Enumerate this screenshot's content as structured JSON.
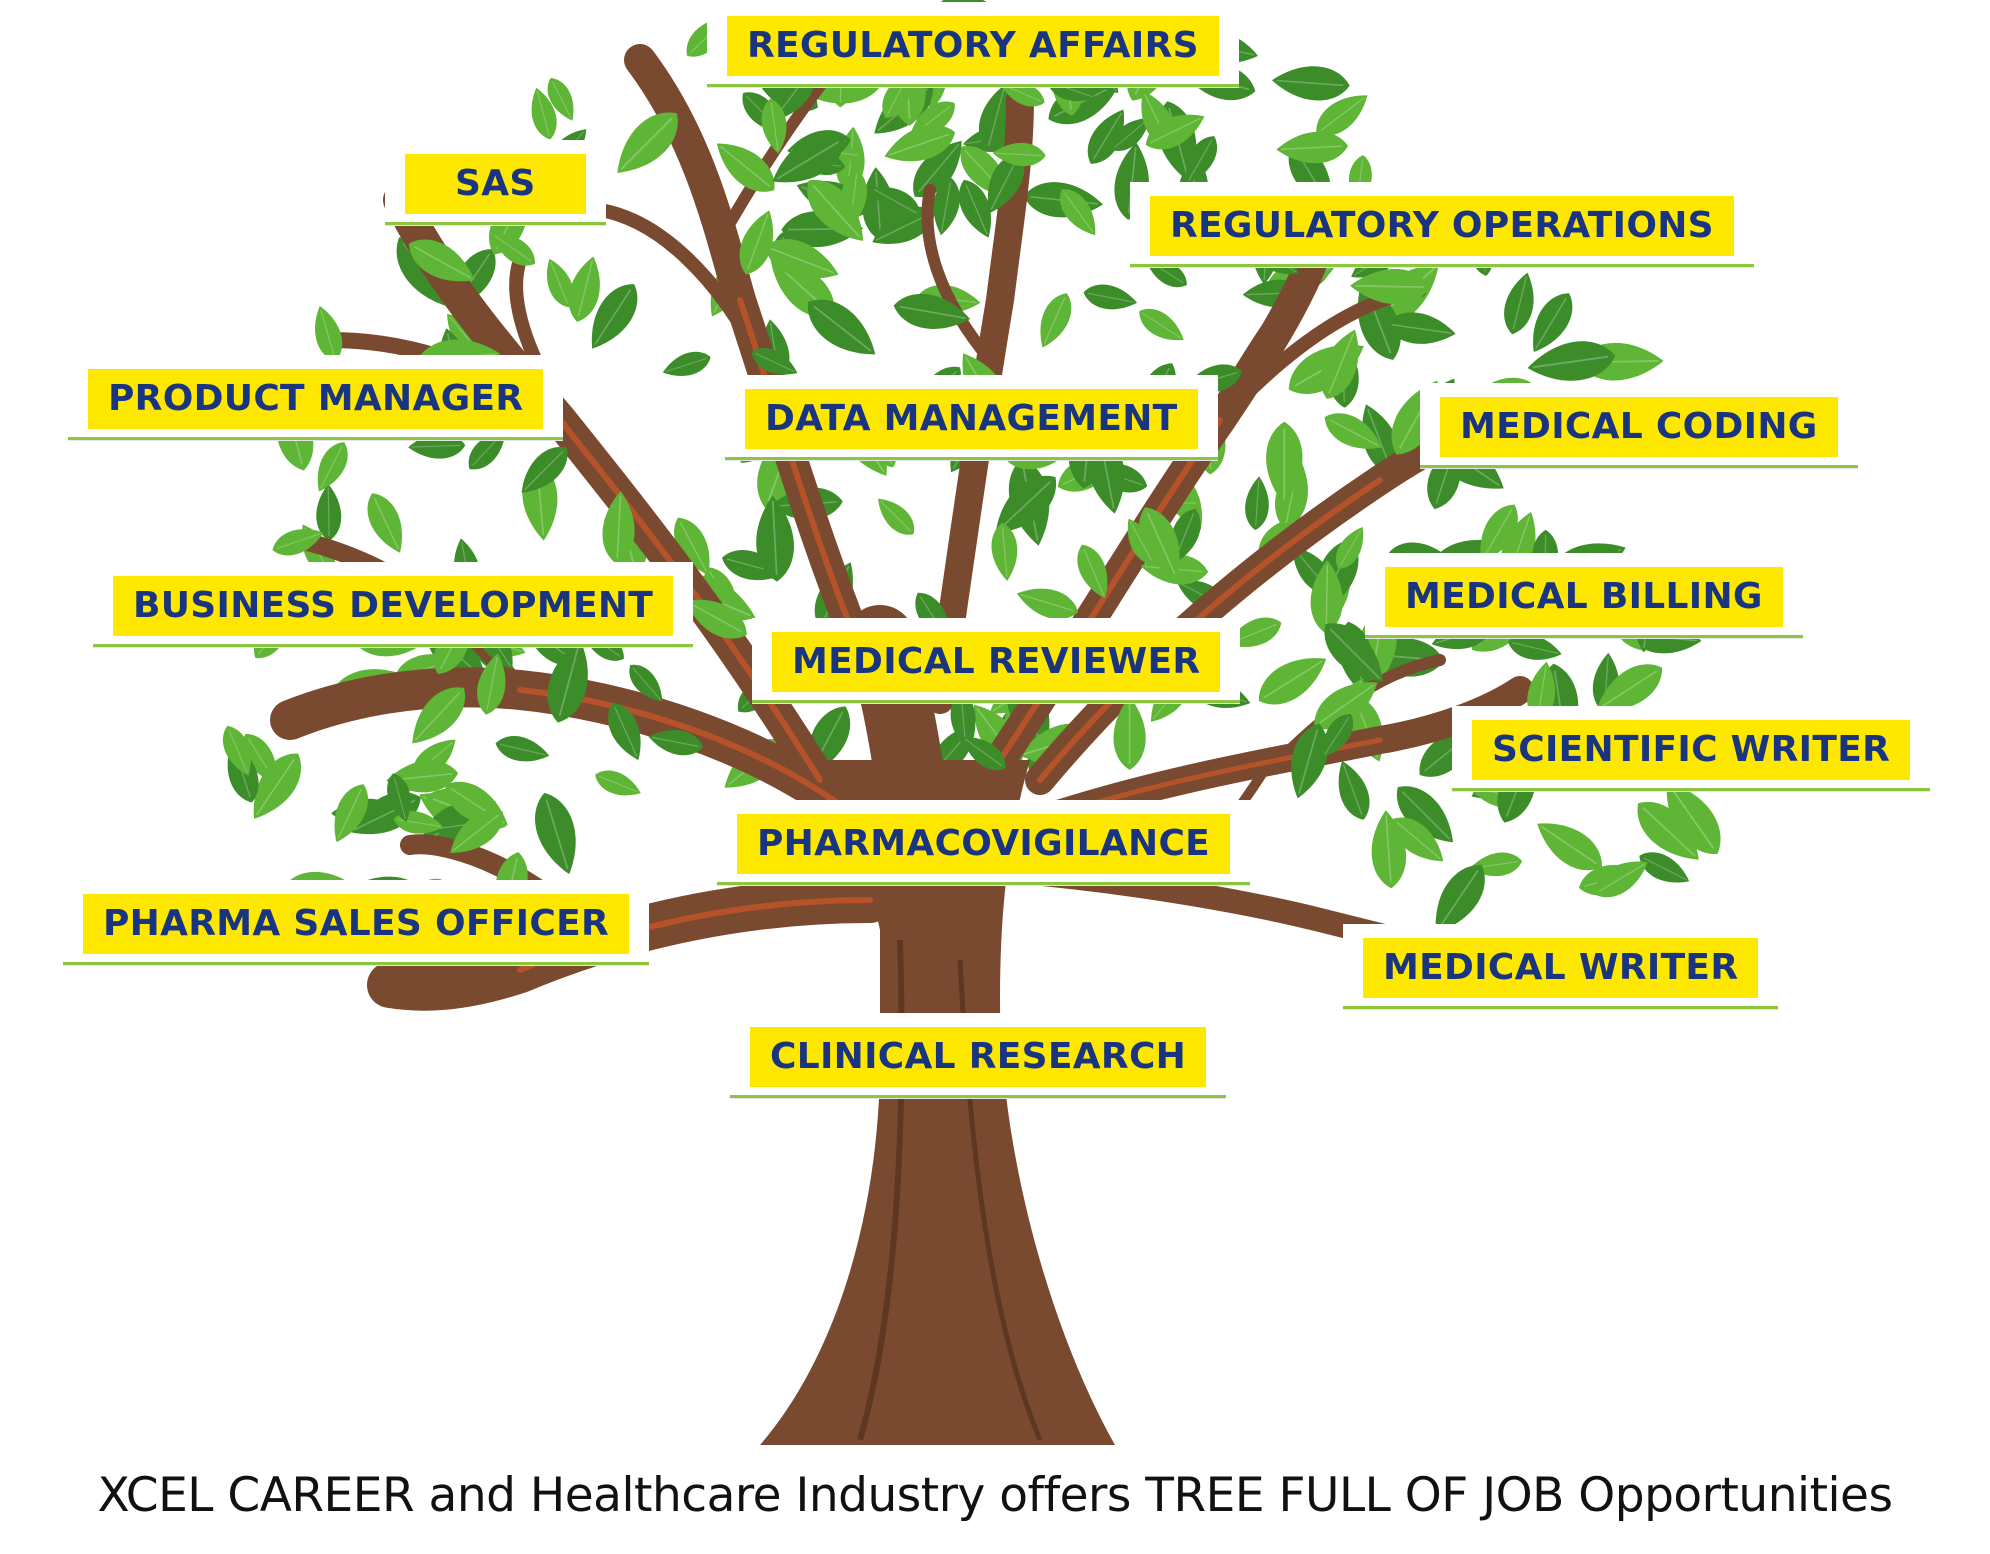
{
  "labels": {
    "regulatory_affairs": "REGULATORY AFFAIRS",
    "sas": "SAS",
    "regulatory_operations": "REGULATORY OPERATIONS",
    "product_manager": "PRODUCT MANAGER",
    "data_management": "DATA MANAGEMENT",
    "medical_coding": "MEDICAL CODING",
    "business_development": "BUSINESS DEVELOPMENT",
    "medical_billing": "MEDICAL BILLING",
    "medical_reviewer": "MEDICAL REVIEWER",
    "scientific_writer": "SCIENTIFIC WRITER",
    "pharmacovigilance": "PHARMACOVIGILANCE",
    "pharma_sales_officer": "PHARMA SALES OFFICER",
    "medical_writer": "MEDICAL WRITER",
    "clinical_research": "CLINICAL RESEARCH"
  },
  "caption": "XCEL CAREER and Healthcare Industry offers TREE FULL OF JOB Opportunities",
  "colors": {
    "label_fill": "#ffe800",
    "label_text": "#1a3580",
    "trunk": "#7a4a30",
    "trunk_highlight": "#b5522a",
    "leaf_light": "#5fb536",
    "leaf_dark": "#3d8c2a"
  }
}
